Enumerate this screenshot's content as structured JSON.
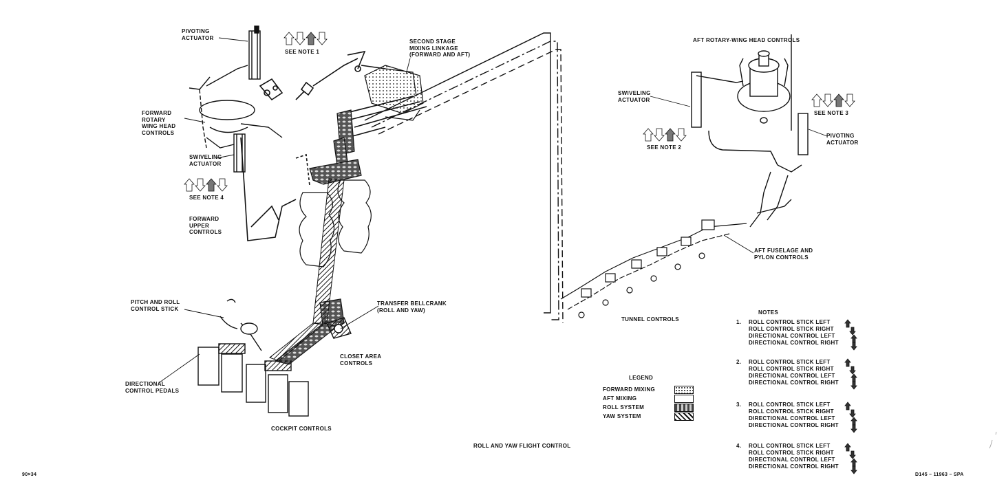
{
  "diagram": {
    "title": "ROLL AND YAW FLIGHT CONTROL",
    "fig_ref_left": "90×34",
    "fig_ref_right": "D145 – 11963 – SPA",
    "labels": {
      "pivoting_actuator_fwd": [
        "PIVOTING",
        "ACTUATOR"
      ],
      "see_note_1": "SEE NOTE 1",
      "second_stage_mixing": [
        "SECOND STAGE",
        "MIXING LINKAGE",
        "(FORWARD AND AFT)"
      ],
      "forward_rotary_wing": [
        "FORWARD",
        "ROTARY",
        "WING HEAD",
        "CONTROLS"
      ],
      "swiveling_actuator_fwd": [
        "SWIVELING",
        "ACTUATOR"
      ],
      "see_note_4": "SEE NOTE 4",
      "forward_upper_controls": [
        "FORWARD",
        "UPPER",
        "CONTROLS"
      ],
      "pitch_roll_stick": [
        "PITCH AND ROLL",
        "CONTROL STICK"
      ],
      "transfer_bellcrank": [
        "TRANSFER BELLCRANK",
        "(ROLL AND YAW)"
      ],
      "closet_area": [
        "CLOSET AREA",
        "CONTROLS"
      ],
      "directional_pedals": [
        "DIRECTIONAL",
        "CONTROL PEDALS"
      ],
      "cockpit_controls": "COCKPIT CONTROLS",
      "aft_rotary_wing": "AFT ROTARY-WING HEAD CONTROLS",
      "swiveling_actuator_aft": [
        "SWIVELING",
        "ACTUATOR"
      ],
      "see_note_3": "SEE NOTE 3",
      "pivoting_actuator_aft": [
        "PIVOTING",
        "ACTUATOR"
      ],
      "see_note_2": "SEE NOTE 2",
      "aft_fuselage": [
        "AFT FUSELAGE AND",
        "PYLON CONTROLS"
      ],
      "tunnel_controls": "TUNNEL CONTROLS"
    }
  },
  "legend": {
    "title": "LEGEND",
    "items": [
      {
        "label": "FORWARD MIXING",
        "pattern": "dotted"
      },
      {
        "label": "AFT MIXING",
        "pattern": "plain"
      },
      {
        "label": "ROLL SYSTEM",
        "pattern": "chain"
      },
      {
        "label": "YAW SYSTEM",
        "pattern": "hatched"
      }
    ]
  },
  "notes": {
    "title": "NOTES",
    "items": [
      {
        "num": "1.",
        "lines": [
          "ROLL CONTROL STICK LEFT",
          "ROLL CONTROL STICK RIGHT",
          "DIRECTIONAL CONTROL LEFT",
          "DIRECTIONAL CONTROL RIGHT"
        ]
      },
      {
        "num": "2.",
        "lines": [
          "ROLL CONTROL STICK LEFT",
          "ROLL CONTROL STICK RIGHT",
          "DIRECTIONAL CONTROL LEFT",
          "DIRECTIONAL CONTROL RIGHT"
        ]
      },
      {
        "num": "3.",
        "lines": [
          "ROLL CONTROL STICK LEFT",
          "ROLL CONTROL STICK RIGHT",
          "DIRECTIONAL CONTROL LEFT",
          "DIRECTIONAL CONTROL RIGHT"
        ]
      },
      {
        "num": "4.",
        "lines": [
          "ROLL CONTROL STICK LEFT",
          "ROLL CONTROL STICK RIGHT",
          "DIRECTIONAL CONTROL LEFT",
          "DIRECTIONAL CONTROL RIGHT"
        ]
      }
    ]
  },
  "colors": {
    "ink": "#111111",
    "paper": "#ffffff"
  }
}
